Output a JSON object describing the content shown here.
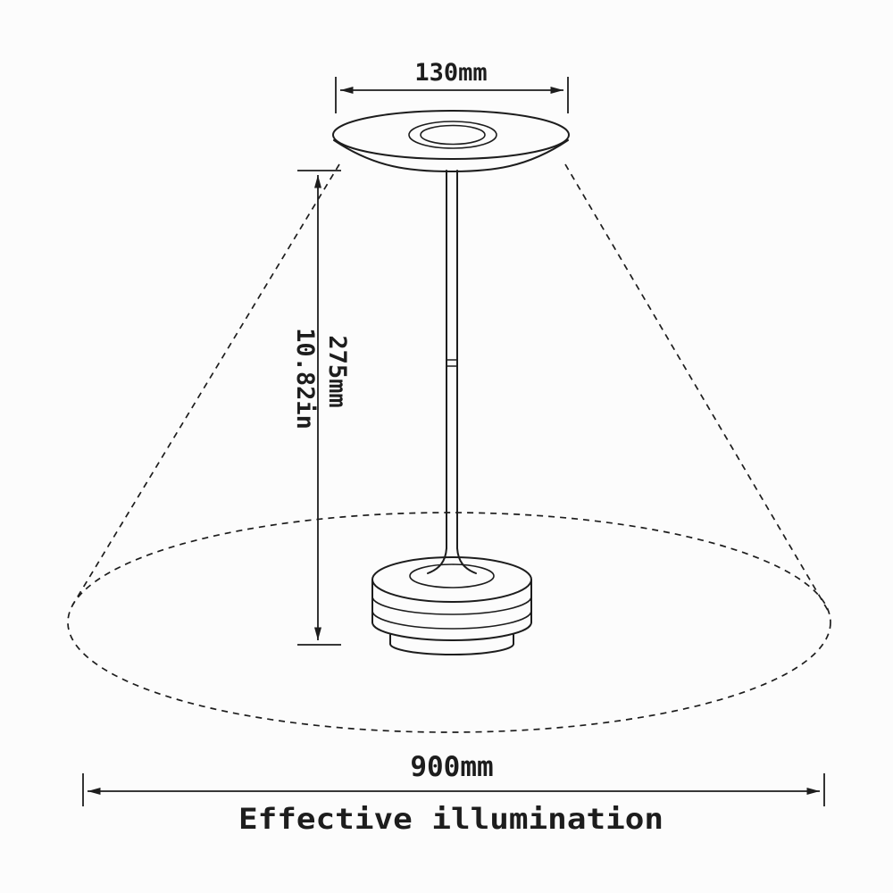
{
  "diagram": {
    "labels": {
      "head_diameter": "130mm",
      "height_mm": "275mm",
      "height_in": "10.82in",
      "illumination_diameter": "900mm",
      "caption": "Effective illumination"
    },
    "colors": {
      "line": "#1d1d1d",
      "background": "#fcfcfc"
    }
  }
}
